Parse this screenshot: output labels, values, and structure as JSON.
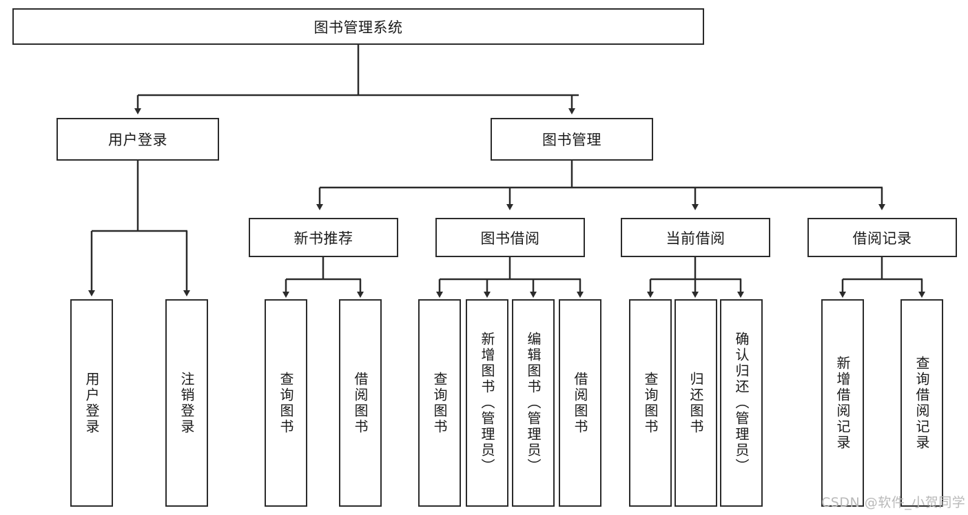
{
  "diagram": {
    "title": "图书管理系统",
    "watermark": "CSDN @软件_小贺同学",
    "colors": {
      "stroke": "#2b2b2b",
      "fill": "#ffffff",
      "text": "#1a1a1a",
      "watermark": "#b9b9b9"
    },
    "nodes": {
      "root": {
        "label": "图书管理系统"
      },
      "level2": [
        {
          "id": "user-login",
          "label": "用户登录"
        },
        {
          "id": "book-manage",
          "label": "图书管理"
        }
      ],
      "level3": [
        {
          "id": "new-book-recommend",
          "label": "新书推荐"
        },
        {
          "id": "book-borrow",
          "label": "图书借阅"
        },
        {
          "id": "current-borrow",
          "label": "当前借阅"
        },
        {
          "id": "borrow-record",
          "label": "借阅记录"
        }
      ],
      "leaves": {
        "user_login": [
          {
            "id": "leaf-user-login",
            "label": "用户登录"
          },
          {
            "id": "leaf-user-logout",
            "label": "注销登录"
          }
        ],
        "new_book_recommend": [
          {
            "id": "leaf-query-book-1",
            "label": "查询图书"
          },
          {
            "id": "leaf-borrow-book-1",
            "label": "借阅图书"
          }
        ],
        "book_borrow": [
          {
            "id": "leaf-query-book-2",
            "label": "查询图书"
          },
          {
            "id": "leaf-add-book",
            "label": "新增图书（管理员）"
          },
          {
            "id": "leaf-edit-book",
            "label": "编辑图书（管理员）"
          },
          {
            "id": "leaf-borrow-book-2",
            "label": "借阅图书"
          }
        ],
        "current_borrow": [
          {
            "id": "leaf-query-book-3",
            "label": "查询图书"
          },
          {
            "id": "leaf-return-book",
            "label": "归还图书"
          },
          {
            "id": "leaf-confirm-return",
            "label": "确认归还（管理员）"
          }
        ],
        "borrow_record": [
          {
            "id": "leaf-add-record",
            "label": "新增借阅记录"
          },
          {
            "id": "leaf-query-record",
            "label": "查询借阅记录"
          }
        ]
      }
    }
  }
}
